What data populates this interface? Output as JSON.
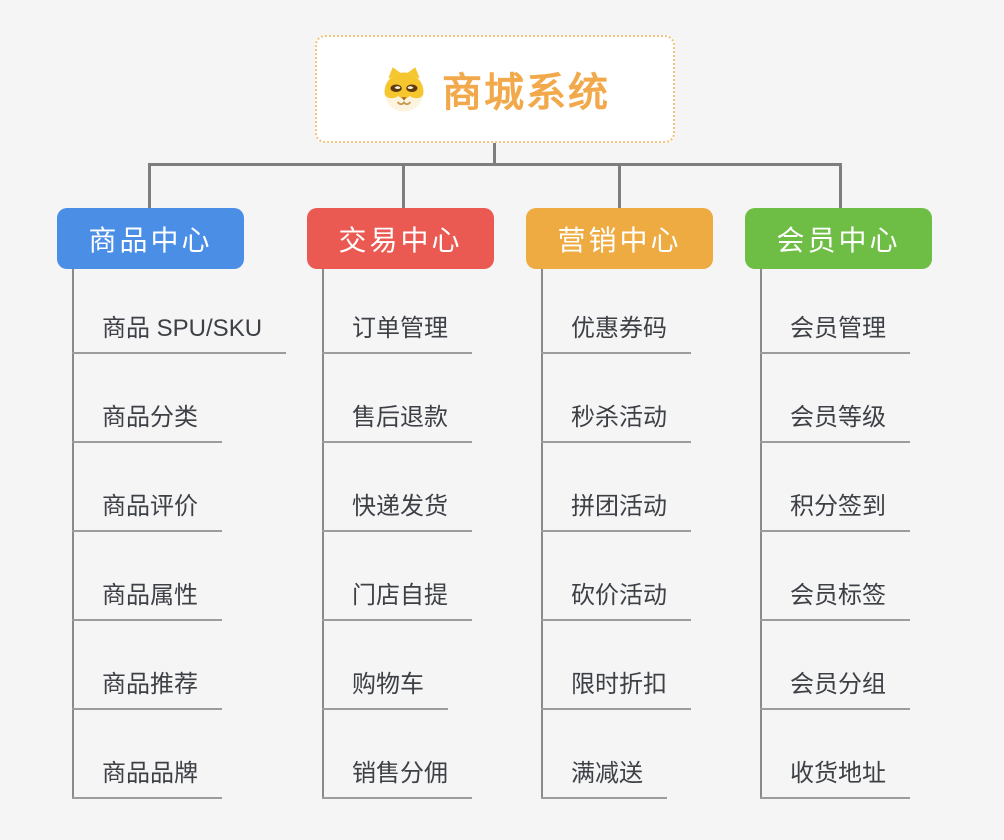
{
  "page": {
    "background": "#f5f5f6",
    "connector_color": "#7e7e7e",
    "underline_color": "#9c9c9c"
  },
  "root": {
    "title": "商城系统",
    "icon": "dog-face-icon",
    "text_color": "#f2a94b",
    "border_color": "#f4c37d",
    "background": "#ffffff"
  },
  "branches": [
    {
      "label": "商品中心",
      "color": "#4a8ee6",
      "items": [
        "商品 SPU/SKU",
        "商品分类",
        "商品评价",
        "商品属性",
        "商品推荐",
        "商品品牌"
      ]
    },
    {
      "label": "交易中心",
      "color": "#ea5a52",
      "items": [
        "订单管理",
        "售后退款",
        "快递发货",
        "门店自提",
        "购物车",
        "销售分佣"
      ]
    },
    {
      "label": "营销中心",
      "color": "#eeab41",
      "items": [
        "优惠券码",
        "秒杀活动",
        "拼团活动",
        "砍价活动",
        "限时折扣",
        "满减送"
      ]
    },
    {
      "label": "会员中心",
      "color": "#6ebe45",
      "items": [
        "会员管理",
        "会员等级",
        "积分签到",
        "会员标签",
        "会员分组",
        "收货地址"
      ]
    }
  ]
}
